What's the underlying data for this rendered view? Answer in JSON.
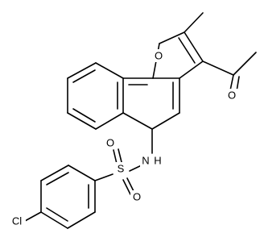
{
  "structure": {
    "atoms": [
      {
        "id": "O_furan",
        "label": "O"
      },
      {
        "id": "N_amide",
        "label": "N"
      },
      {
        "id": "H_amide",
        "label": "H"
      },
      {
        "id": "S",
        "label": "S"
      },
      {
        "id": "O_s_top",
        "label": "O"
      },
      {
        "id": "O_s_bottom",
        "label": "O"
      },
      {
        "id": "O_acetyl",
        "label": "O"
      },
      {
        "id": "Cl",
        "label": "Cl"
      }
    ]
  },
  "colors": {
    "bond": "#000000",
    "label": "#000000",
    "background": "#ffffff"
  }
}
